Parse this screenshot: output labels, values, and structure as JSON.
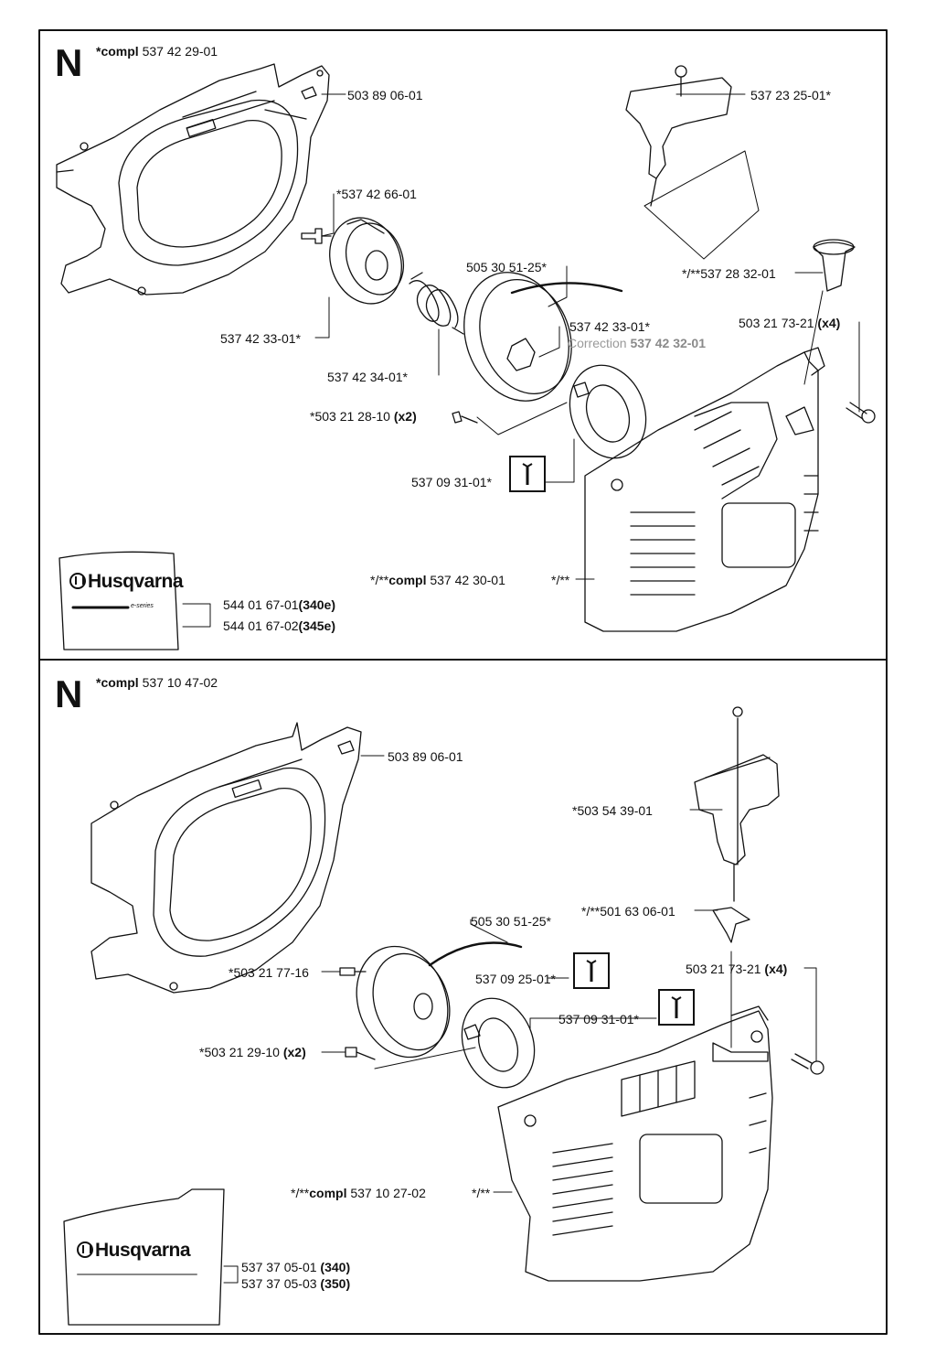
{
  "panels": [
    {
      "letter": "N",
      "compl_prefix": "*compl",
      "compl_number": "537 42 29-01",
      "labels": {
        "p1": "503 89 06-01",
        "p2": "*537 42 66-01",
        "p3": "537 23 25-01*",
        "p4": "505 30 51-25*",
        "p5": "*/**537 28 32-01",
        "p6_num": "503 21 73-21",
        "p6_qty": "(x4)",
        "p7": "537 42 33-01*",
        "p8": "537 42 33-01*",
        "p8_corr_word": "Correction",
        "p8_corr_num": "537 42 32-01",
        "p9": "537 42 34-01*",
        "p10_num": "*503 21 28-10",
        "p10_qty": "(x2)",
        "p11": "537 09 31-01*",
        "p12_prefix": "*/**",
        "p12_compl": "compl",
        "p12_num": "537 42 30-01",
        "p12_suffix": "*/**",
        "decal1_num": "544 01 67-01",
        "decal1_model": "(340e)",
        "decal2_num": "544 01 67-02",
        "decal2_model": "(345e)"
      },
      "logo": "Husqvarna",
      "logo_sub": "e-series"
    },
    {
      "letter": "N",
      "compl_prefix": "*compl",
      "compl_number": "537 10 47-02",
      "labels": {
        "p1": "503 89 06-01",
        "p2": "*503 54 39-01",
        "p3": "505 30 51-25*",
        "p4": "*/**501 63 06-01",
        "p5": "*503 21 77-16",
        "p6": "537 09 25-01*",
        "p7_num": "503 21 73-21",
        "p7_qty": "(x4)",
        "p8": "537 09 31-01*",
        "p9_num": "*503 21 29-10",
        "p9_qty": "(x2)",
        "p10_prefix": "*/**",
        "p10_compl": "compl",
        "p10_num": "537 10 27-02",
        "p10_suffix": "*/**",
        "decal1_num": "537 37 05-01",
        "decal1_model": "(340)",
        "decal2_num": "537 37 05-03",
        "decal2_model": "(350)"
      },
      "logo": "Husqvarna"
    }
  ]
}
